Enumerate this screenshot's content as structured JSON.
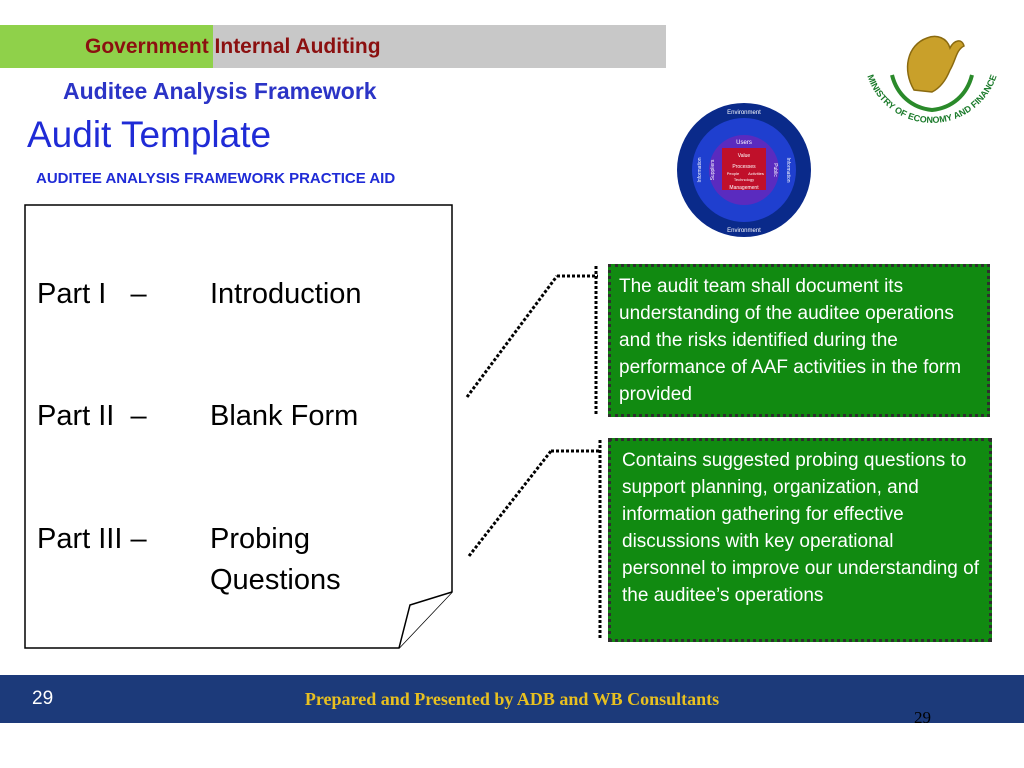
{
  "header": {
    "title": "Government Internal Auditing"
  },
  "subtitle": "Auditee Analysis Framework",
  "title": "Audit Template",
  "caption": "AUDITEE ANALYSIS FRAMEWORK PRACTICE AID",
  "parts": [
    {
      "label": "Part I   –",
      "text": "Introduction"
    },
    {
      "label": "Part II  –",
      "text": "Blank Form"
    },
    {
      "label": "Part III –",
      "text": "Probing",
      "text2": "Questions"
    }
  ],
  "boxes": [
    {
      "text": "The audit team shall document its understanding of the auditee operations and the risks identified during the performance of AAF activities in the form provided"
    },
    {
      "text": "Contains suggested probing questions to support planning, organization, and information gathering for effective discussions with key operational personnel to improve our understanding of the auditee’s operations"
    }
  ],
  "diagram": {
    "environment_top": "Environment",
    "environment_bottom": "Environment",
    "users": "Users",
    "information_left": "Information",
    "suppliers": "Suppliers",
    "information_right": "Information",
    "public": "Public",
    "value": "Value",
    "processes": "Processes",
    "people": "People",
    "activities": "Activities",
    "technology": "Technology",
    "management": "Management",
    "colors": {
      "outer": "#0a2a8a",
      "ring": "#1f3fcf",
      "inner": "#5a2bbf",
      "center": "#c0102a"
    }
  },
  "logo": {
    "text": "MINISTRY OF ECONOMY AND FINANCE"
  },
  "footer": {
    "slide_number": "29",
    "text": "Prepared and Presented by ADB and WB Consultants",
    "page_number": "29"
  }
}
